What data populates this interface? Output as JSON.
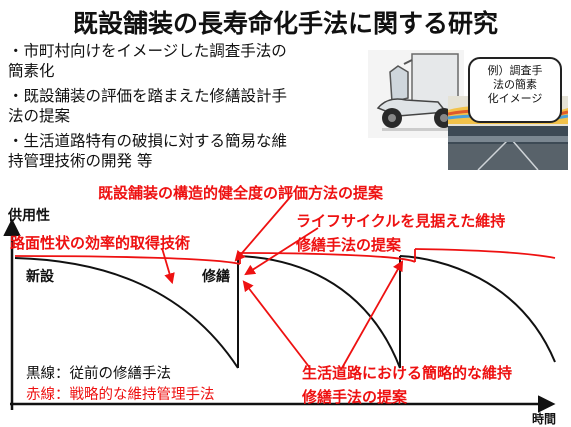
{
  "title": "既設舗装の長寿命化手法に関する研究",
  "bullets": [
    "・市町村向けをイメージした調査手法の",
    "簡素化",
    "・既設舗装の評価を踏まえた修繕設計手",
    "法の提案",
    "・生活道路特有の破損に対する簡易な維",
    "持管理技術の開発  等"
  ],
  "callout": {
    "lines": [
      "例）調査手",
      "法の簡素",
      "化イメージ"
    ]
  },
  "chart": {
    "ylabel": "供用性",
    "xlabel": "時間",
    "label_new": "新設",
    "label_repair": "修繕",
    "legend_black": "黒線：従前の修繕手法",
    "legend_red": "赤線：戦略的な維持管理手法"
  },
  "annotations": {
    "structural": "既設舗装の構造的健全度の評価方法の提案",
    "lifecycle_1": "ライフサイクルを見据えた維持",
    "lifecycle_2": "修繕手法の提案",
    "surface": "路面性状の効率的取得技術",
    "living_1": "生活道路における簡略的な維持",
    "living_2": "修繕手法の提案"
  },
  "colors": {
    "black_line": "#111111",
    "red_line": "#ee1111"
  }
}
